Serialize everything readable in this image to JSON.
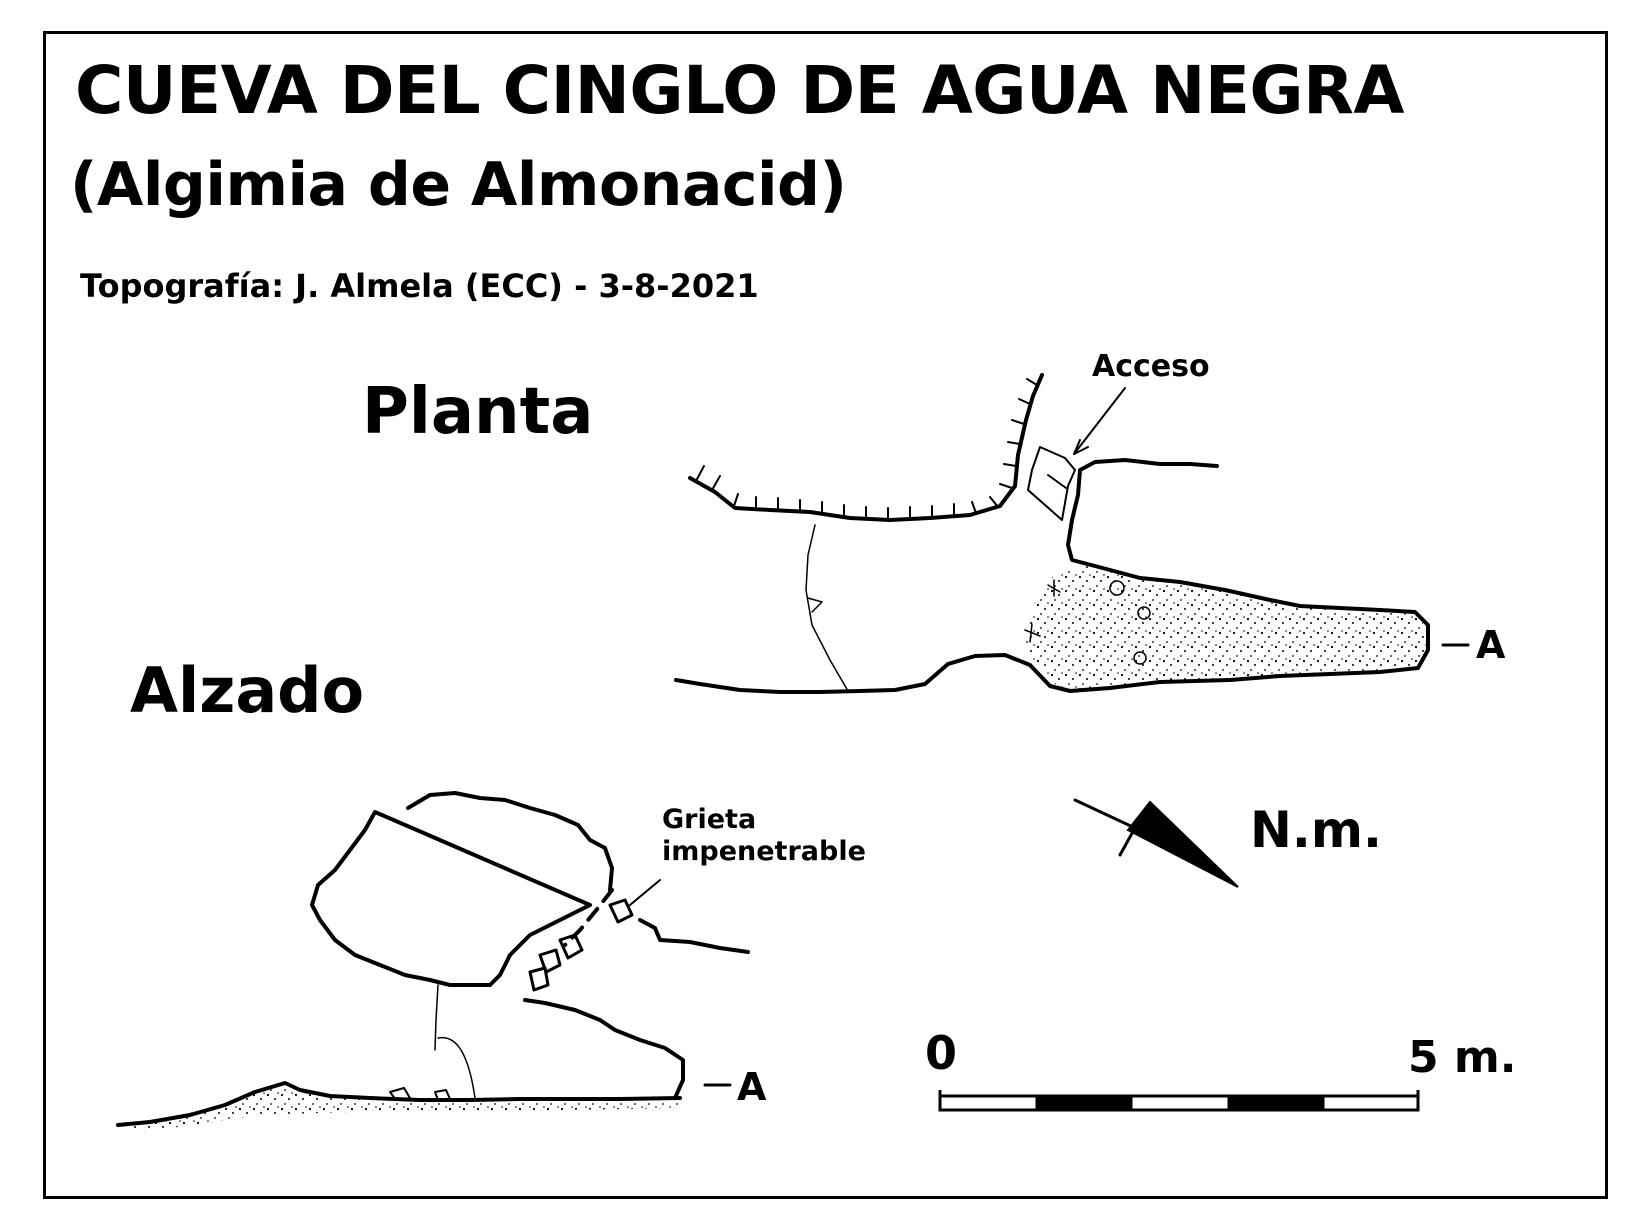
{
  "header": {
    "title": "CUEVA DEL CINGLO DE AGUA NEGRA",
    "subtitle": "(Algimia de Almonacid)",
    "credits": "Topografía:  J. Almela (ECC)  -   3-8-2021"
  },
  "plan": {
    "label": "Planta",
    "access_label": "Acceso",
    "section_mark": "A"
  },
  "elevation": {
    "label": "Alzado",
    "crack_label_line1": "Grieta",
    "crack_label_line2": "impenetrable",
    "section_mark": "A"
  },
  "north": {
    "label": "N.m.",
    "icon": "north-arrow-icon"
  },
  "scale": {
    "start_label": "0",
    "end_label": "5 m."
  },
  "colors": {
    "ink": "#000000",
    "paper": "#ffffff"
  }
}
